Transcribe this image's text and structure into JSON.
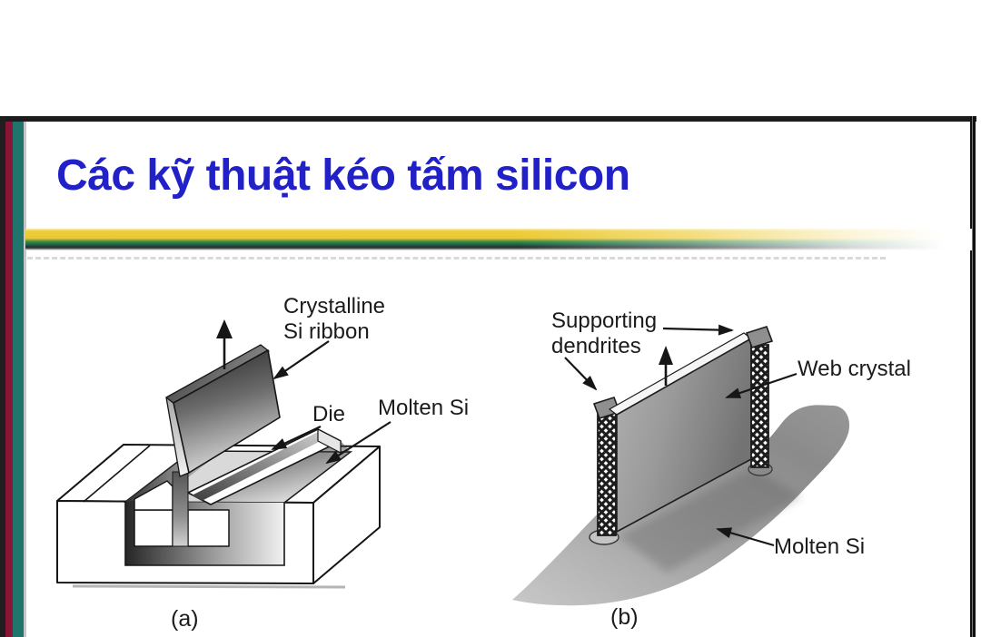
{
  "slide": {
    "title": "Các kỹ thuật kéo tấm silicon",
    "colors": {
      "title_blue": "#2221c8",
      "stripe_maroon": "#8a1438",
      "stripe_teal": "#1f756c",
      "bar_yellow": "#eecd39",
      "bar_green": "#43913f",
      "bar_dark_green": "#1d5747",
      "frame_black": "#1c1c1c",
      "diagram_ink": "#161616",
      "molten_gray": "#9a9a9a"
    }
  },
  "figure_a": {
    "caption": "(a)",
    "label_crystalline_line1": "Crystalline",
    "label_crystalline_line2": "Si ribbon",
    "label_die": "Die",
    "label_molten": "Molten Si"
  },
  "figure_b": {
    "caption": "(b)",
    "label_supporting_line1": "Supporting",
    "label_supporting_line2": "dendrites",
    "label_web": "Web crystal",
    "label_molten": "Molten Si"
  }
}
